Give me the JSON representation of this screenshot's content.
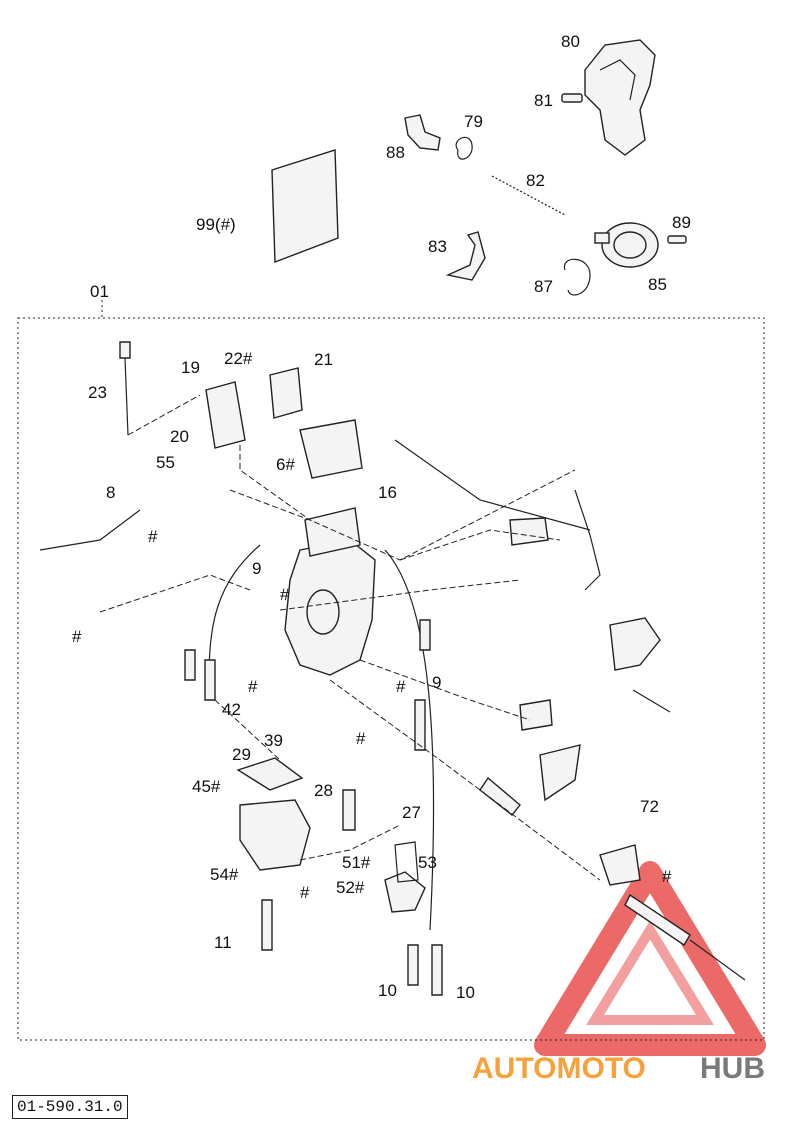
{
  "diagram": {
    "group_label": "01",
    "drawing_code": "01-590.31.0",
    "labels": {
      "p80": "80",
      "p81": "81",
      "p79": "79",
      "p88": "88",
      "p82": "82",
      "p99": "99(#)",
      "p83": "83",
      "p89": "89",
      "p87": "87",
      "p85": "85",
      "p23": "23",
      "p19": "19",
      "p22": "22#",
      "p21": "21",
      "p20": "20",
      "p55": "55",
      "p6": "6#",
      "p8": "8",
      "p16": "16",
      "pHashA": "#",
      "p9a": "9",
      "p9b": "9",
      "pHashB": "#",
      "pHashC": "#",
      "pHashD": "#",
      "pHashE": "#",
      "p42": "42",
      "p39": "39",
      "pHashF": "#",
      "p29": "29",
      "p45": "45#",
      "p28": "28",
      "p27": "27",
      "p51": "51#",
      "p53": "53",
      "p52": "52#",
      "p54": "54#",
      "pHashG": "#",
      "p72": "72",
      "pHashH": "#",
      "p11": "11",
      "p10a": "10",
      "p10b": "10"
    }
  },
  "watermark": {
    "part1": "AUTOMOTO",
    "part2": "HUB",
    "color_red": "#e53935",
    "color_orange": "#f5a23a",
    "color_gray": "#7a7a7a"
  }
}
